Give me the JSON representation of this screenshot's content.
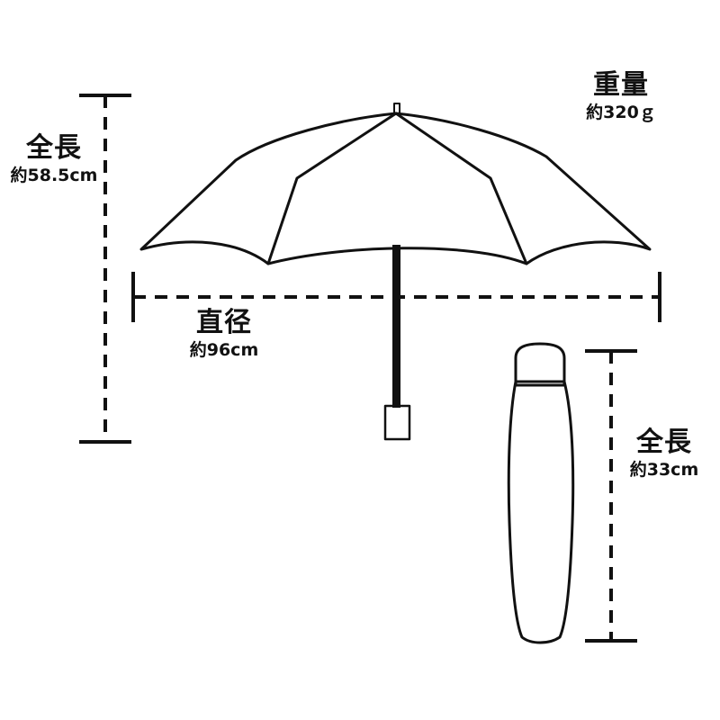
{
  "labels": {
    "open_length": {
      "title": "全長",
      "value": "約58.5cm"
    },
    "diameter": {
      "title": "直径",
      "value": "約96cm"
    },
    "weight": {
      "title": "重量",
      "value": "約320ｇ"
    },
    "folded_length": {
      "title": "全長",
      "value": "約33cm"
    }
  },
  "colors": {
    "line": "#111111",
    "background": "#ffffff"
  }
}
